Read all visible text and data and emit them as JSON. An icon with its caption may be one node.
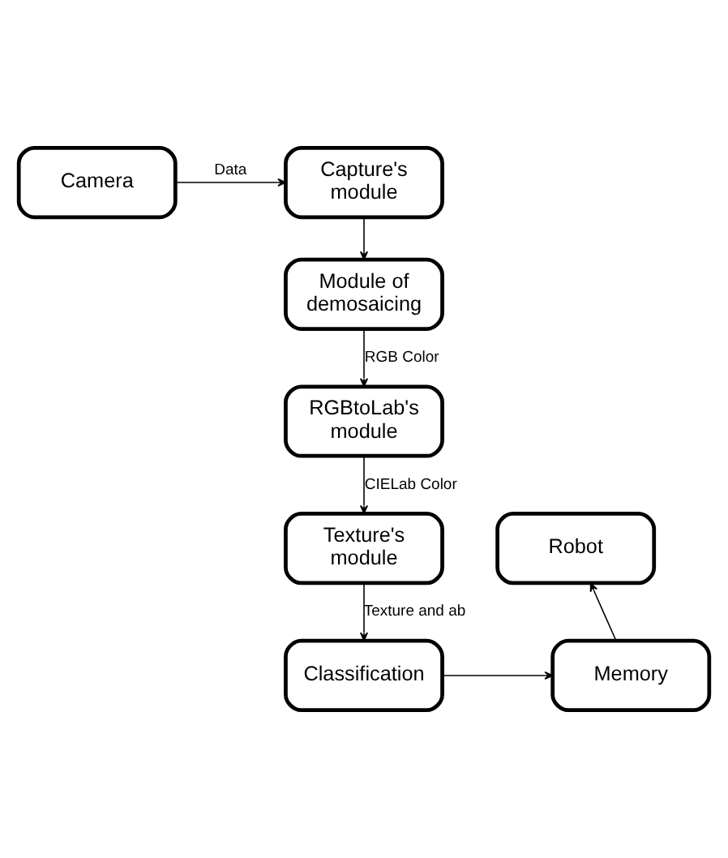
{
  "diagram": {
    "nodes": [
      {
        "text": [
          "Camera"
        ]
      },
      {
        "text": [
          "Capture's module"
        ]
      },
      {
        "text": [
          "Module of demosaicing"
        ]
      },
      {
        "text": [
          "RGBtoLab's module"
        ]
      },
      {
        "text": [
          "Texture's module"
        ]
      },
      {
        "text": [
          "Classification"
        ]
      },
      {
        "text": [
          "Robot"
        ]
      },
      {
        "text": [
          "Memory"
        ]
      }
    ],
    "edges": [
      {
        "from": 0,
        "to": 1,
        "arrow": "to",
        "label": "Data"
      },
      {
        "from": 1,
        "to": 2,
        "arrow": "to"
      },
      {
        "from": 2,
        "to": 3,
        "arrow": "to",
        "label": "RGB Color"
      },
      {
        "from": 3,
        "to": 4,
        "arrow": "to",
        "label": "CIELab Color"
      },
      {
        "from": 4,
        "to": 5,
        "arrow": "to",
        "label": "Texture and ab"
      },
      {
        "from": 5,
        "to": 7,
        "arrow": "to"
      },
      {
        "from": 7,
        "to": 6,
        "arrow": "to"
      }
    ]
  }
}
